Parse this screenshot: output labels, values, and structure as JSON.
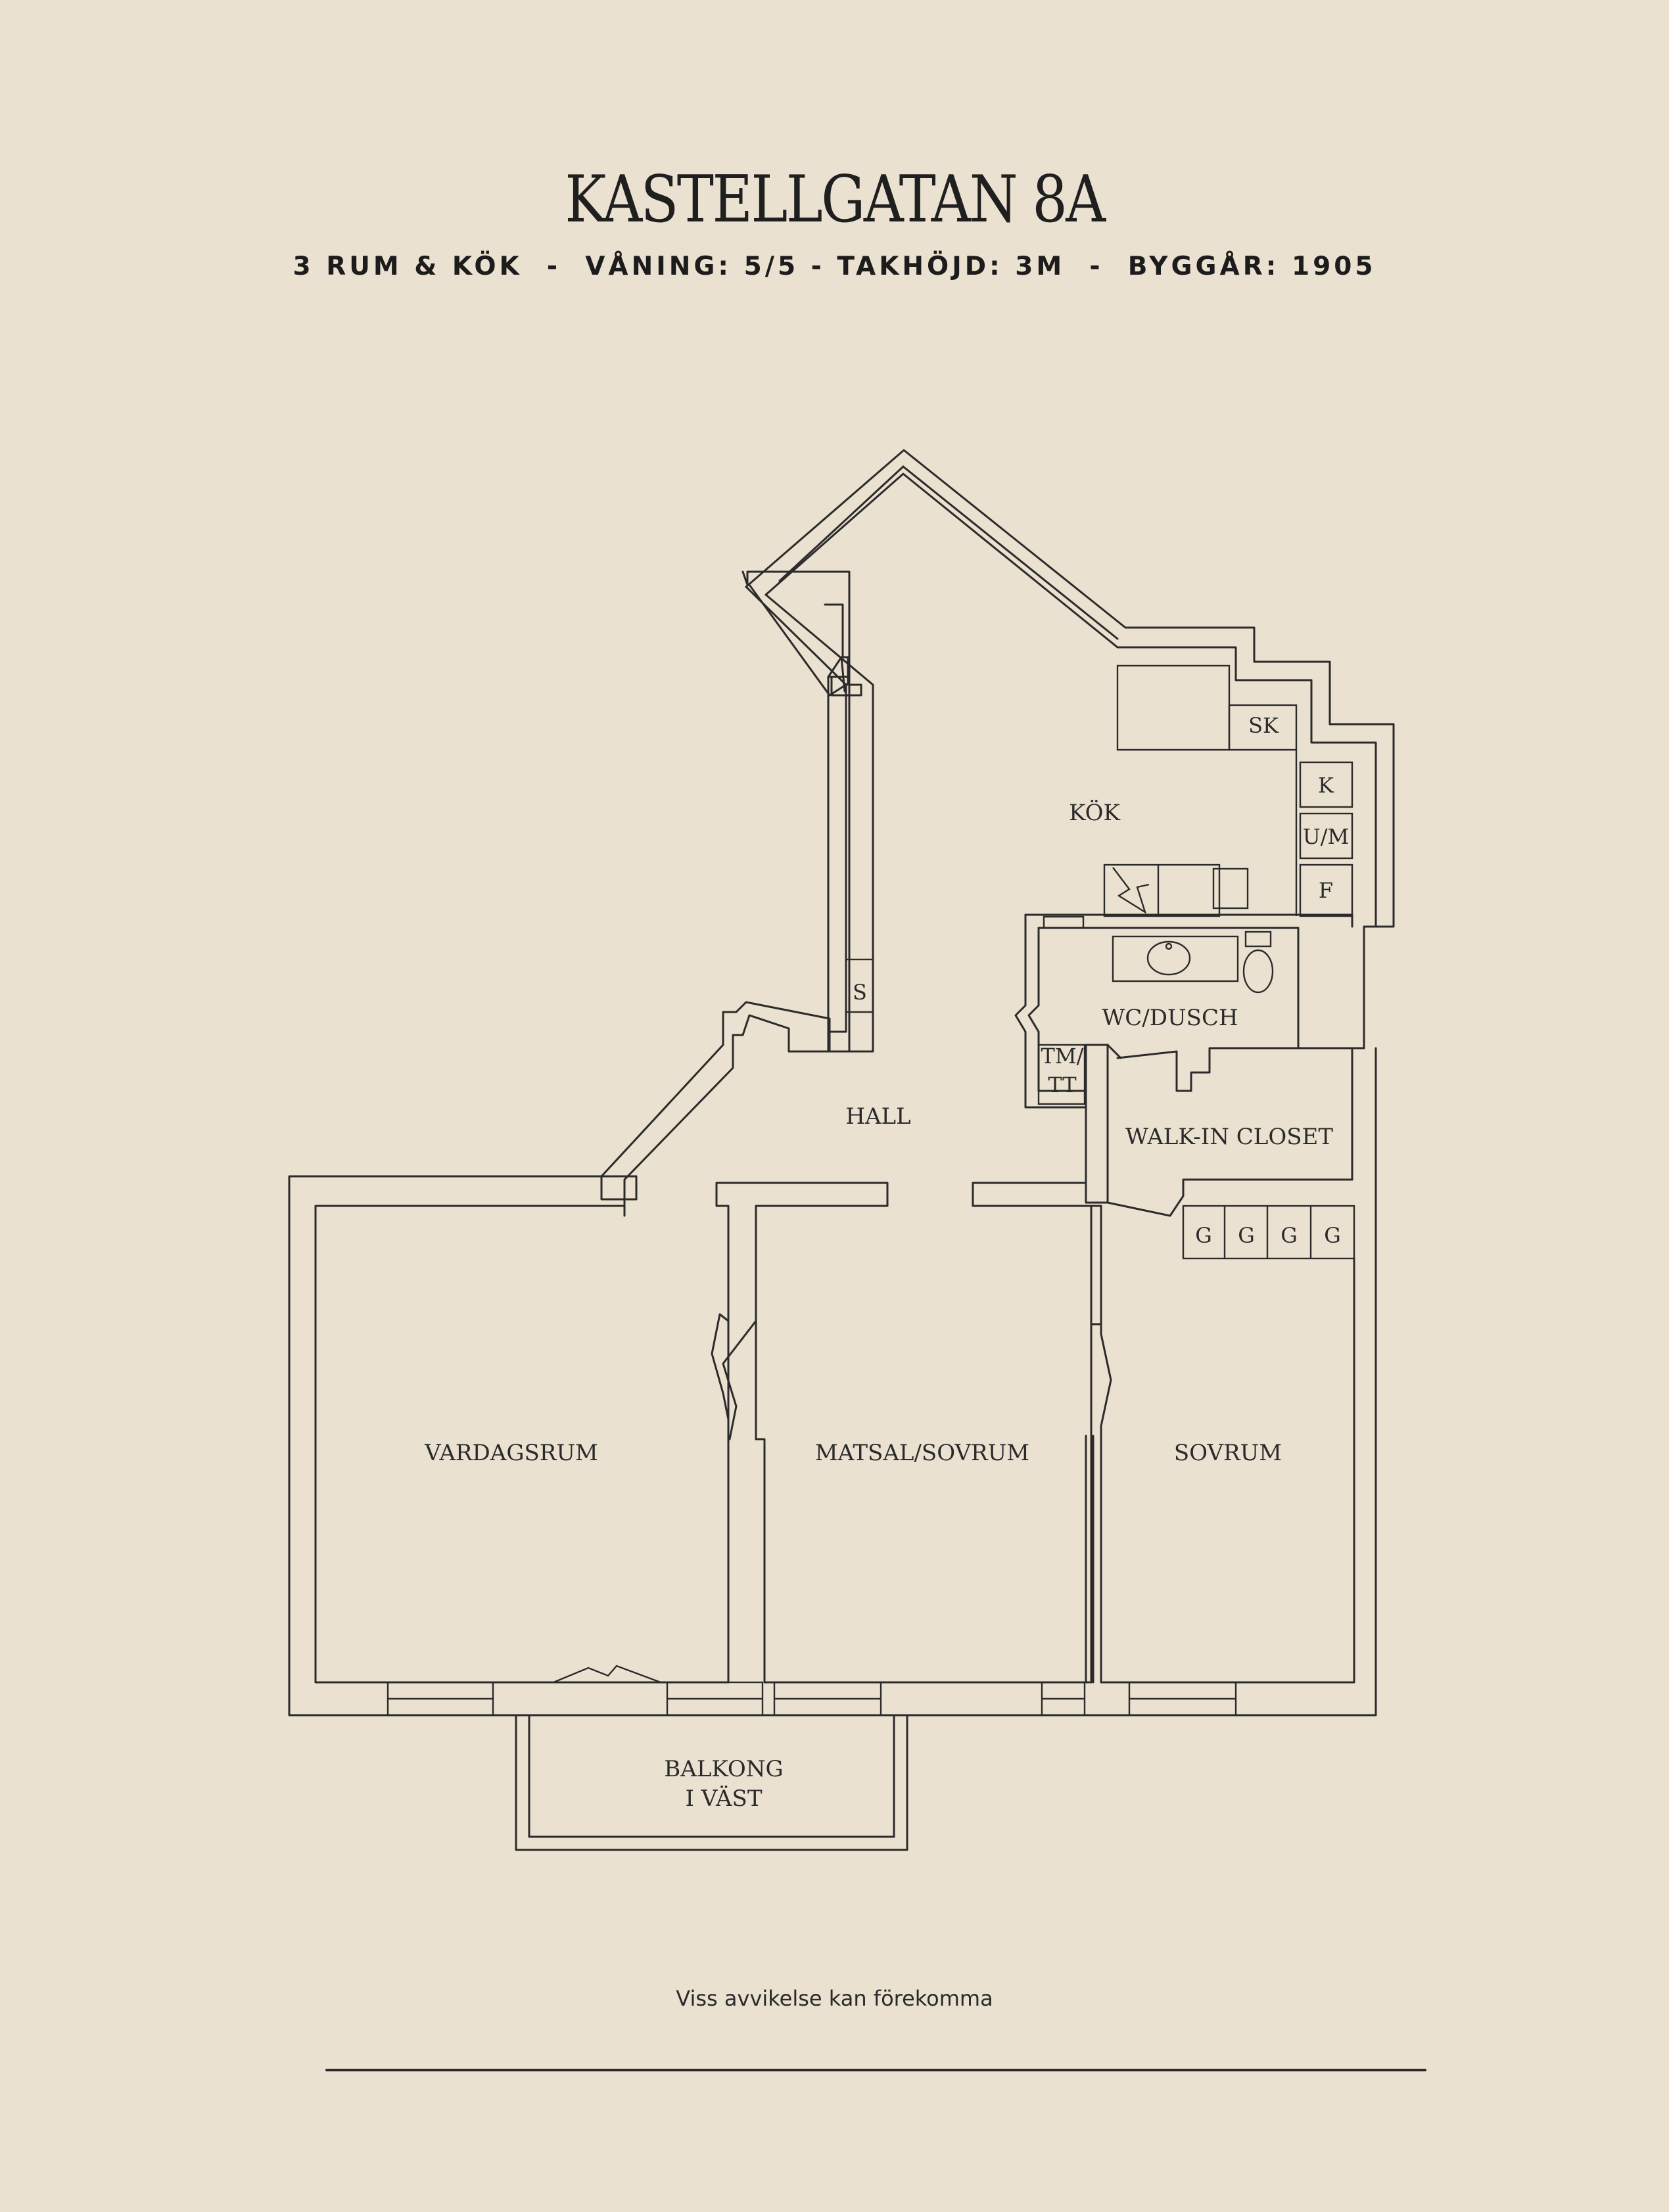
{
  "header": {
    "title": "KASTELLGATAN 8A",
    "subtitle": "3 RUM & KÖK  -  VÅNING: 5/5 - TAKHÖJD: 3M  -  BYGGÅR: 1905"
  },
  "rooms": {
    "kok": "KÖK",
    "sk": "SK",
    "k": "K",
    "um": "U/M",
    "f": "F",
    "s": "S",
    "wc": "WC/DUSCH",
    "tm": "TM/",
    "tt": "TT",
    "hall": "HALL",
    "closet": "WALK-IN CLOSET",
    "g": "G",
    "vardagsrum": "VARDAGSRUM",
    "matsal": "MATSAL/SOVRUM",
    "sovrum": "SOVRUM",
    "balkong_1": "BALKONG",
    "balkong_2": "I VÄST"
  },
  "footer": {
    "disclaimer": "Viss avvikelse kan förekomma"
  }
}
